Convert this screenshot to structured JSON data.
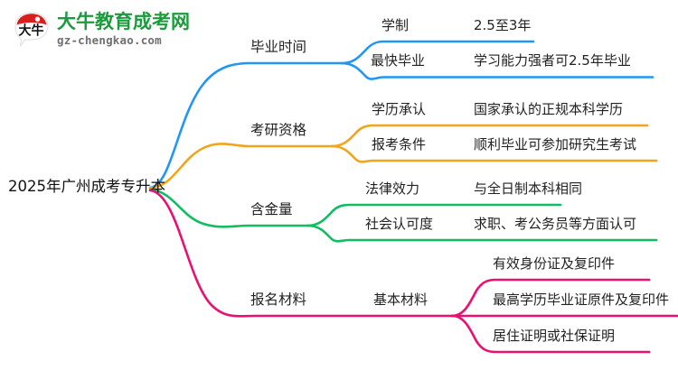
{
  "logo": {
    "mark_name": "daniu-speech-bubble-logo",
    "mark_text": "大牛",
    "brand_cn": "大牛教育成考网",
    "brand_en": "gz-chengkao.com",
    "brand_color": "#1a9c3c",
    "mark_color": "#d81e1e"
  },
  "mindmap": {
    "root": "2025年广州成考专升本",
    "colors": {
      "blue": "#2196f3",
      "orange": "#f0a51e",
      "green": "#12bc63",
      "pink": "#ec0f71"
    },
    "branches": [
      {
        "id": "graduation-time",
        "color": "#2196f3",
        "label": "毕业时间",
        "children": [
          {
            "label": "学制",
            "value": "2.5至3年"
          },
          {
            "label": "最快毕业",
            "value": "学习能力强者可2.5年毕业"
          }
        ]
      },
      {
        "id": "postgraduate-eligibility",
        "color": "#f0a51e",
        "label": "考研资格",
        "children": [
          {
            "label": "学历承认",
            "value": "国家承认的正规本科学历"
          },
          {
            "label": "报考条件",
            "value": "顺利毕业可参加研究生考试"
          }
        ]
      },
      {
        "id": "degree-value",
        "color": "#12bc63",
        "label": "含金量",
        "children": [
          {
            "label": "法律效力",
            "value": "与全日制本科相同"
          },
          {
            "label": "社会认可度",
            "value": "求职、考公务员等方面认可"
          }
        ]
      },
      {
        "id": "application-materials",
        "color": "#ec0f71",
        "label": "报名材料",
        "children": [
          {
            "label": "基本材料",
            "values": [
              "有效身份证及复印件",
              "最高学历毕业证原件及复印件",
              "居住证明或社保证明"
            ]
          }
        ]
      }
    ]
  }
}
